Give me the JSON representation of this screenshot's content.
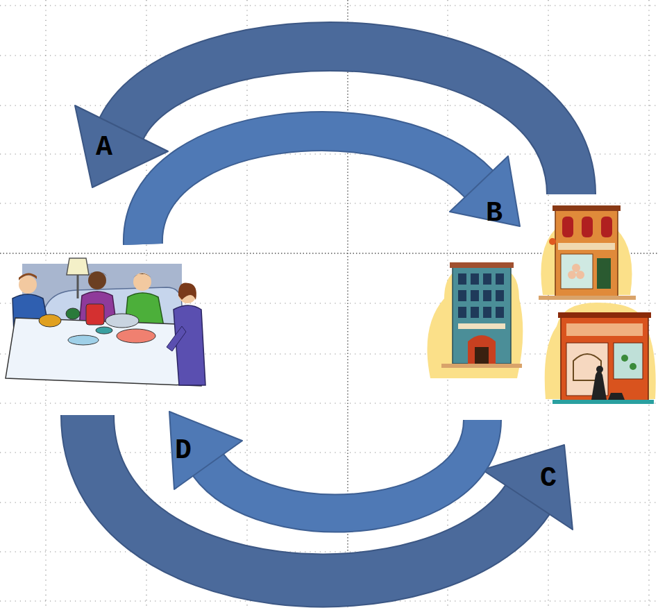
{
  "diagram": {
    "labels": [
      "A",
      "B",
      "D",
      "C"
    ]
  }
}
